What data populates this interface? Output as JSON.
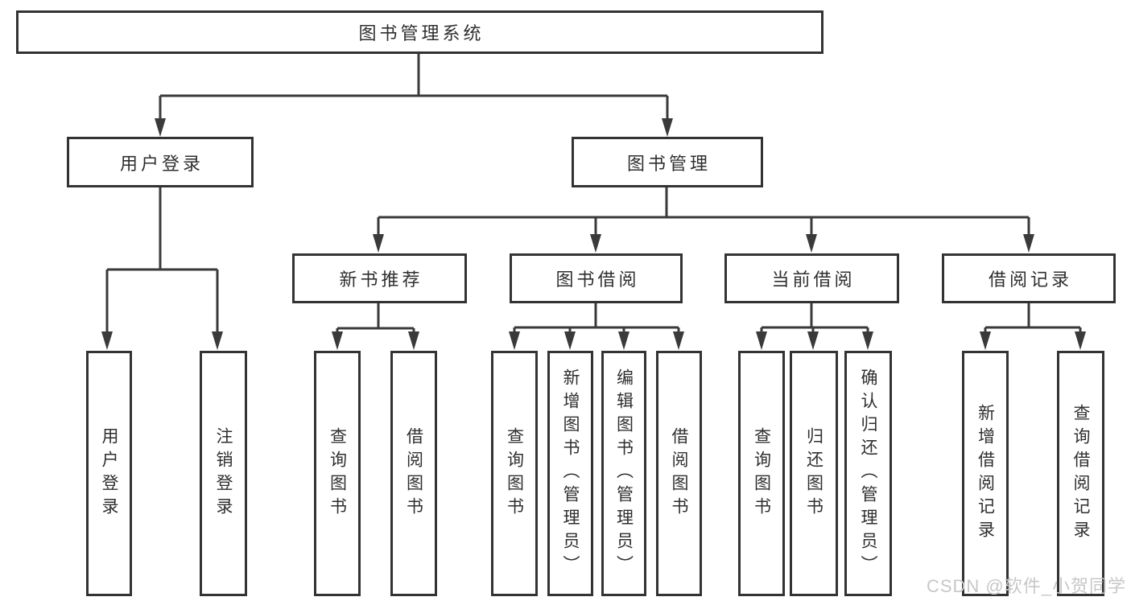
{
  "diagram_title": "图书管理系统",
  "tree": {
    "root": {
      "label": "图书管理系统",
      "children": [
        {
          "label": "用户登录",
          "children": [
            {
              "label": "用户登录"
            },
            {
              "label": "注销登录"
            }
          ]
        },
        {
          "label": "图书管理",
          "children": [
            {
              "label": "新书推荐",
              "children": [
                {
                  "label": "查询图书"
                },
                {
                  "label": "借阅图书"
                }
              ]
            },
            {
              "label": "图书借阅",
              "children": [
                {
                  "label": "查询图书"
                },
                {
                  "label": "新增图书（管理员）"
                },
                {
                  "label": "编辑图书（管理员）"
                },
                {
                  "label": "借阅图书"
                }
              ]
            },
            {
              "label": "当前借阅",
              "children": [
                {
                  "label": "查询图书"
                },
                {
                  "label": "归还图书"
                },
                {
                  "label": "确认归还（管理员）"
                }
              ]
            },
            {
              "label": "借阅记录",
              "children": [
                {
                  "label": "新增借阅记录"
                },
                {
                  "label": "查询借阅记录"
                }
              ]
            }
          ]
        }
      ]
    }
  },
  "watermark": {
    "text": "CSDN @软件_小贺同学"
  },
  "colors": {
    "line": "#3a3a3a",
    "box_border": "#333333",
    "text": "#2f2f2f",
    "background": "#ffffff",
    "watermark": "#c7c7c7"
  }
}
